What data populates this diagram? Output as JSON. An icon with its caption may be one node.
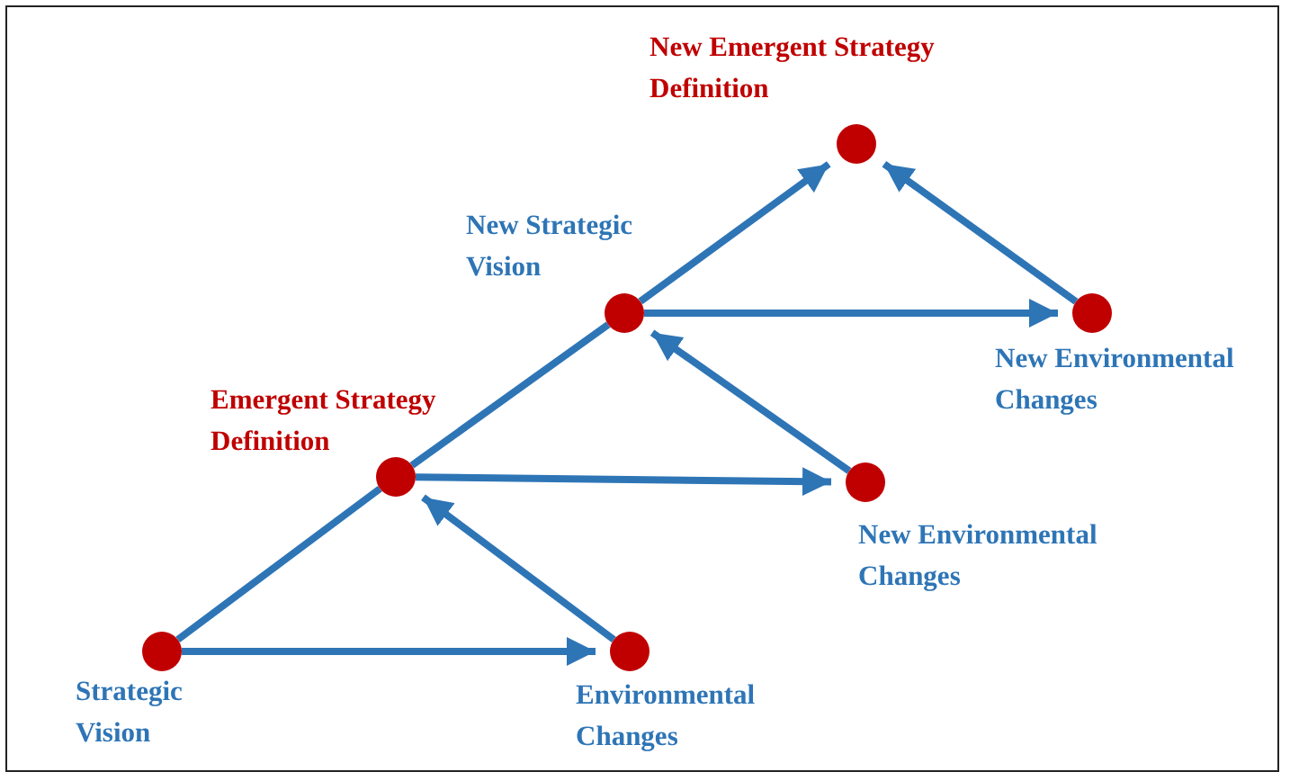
{
  "diagram": {
    "nodes": [
      {
        "text": [
          "Strategic Vision"
        ]
      },
      {
        "text": [
          "Environmental Changes"
        ]
      },
      {
        "text": [
          "Emergent Strategy Definition"
        ]
      },
      {
        "text": [
          "New Environmental Changes"
        ]
      },
      {
        "text": [
          "New Strategic Vision"
        ]
      },
      {
        "text": [
          "New Environmental Changes"
        ]
      },
      {
        "text": [
          "New Emergent Strategy Definition"
        ]
      }
    ],
    "edges": [
      {
        "from": 0,
        "to": 1,
        "arrow": "to"
      },
      {
        "from": 1,
        "to": 2,
        "arrow": "to"
      },
      {
        "from": 0,
        "to": 2,
        "arrow": "none"
      },
      {
        "from": 2,
        "to": 3,
        "arrow": "to"
      },
      {
        "from": 3,
        "to": 4,
        "arrow": "to"
      },
      {
        "from": 2,
        "to": 4,
        "arrow": "none"
      },
      {
        "from": 4,
        "to": 5,
        "arrow": "to"
      },
      {
        "from": 5,
        "to": 6,
        "arrow": "to"
      },
      {
        "from": 4,
        "to": 6,
        "arrow": "to"
      }
    ]
  }
}
